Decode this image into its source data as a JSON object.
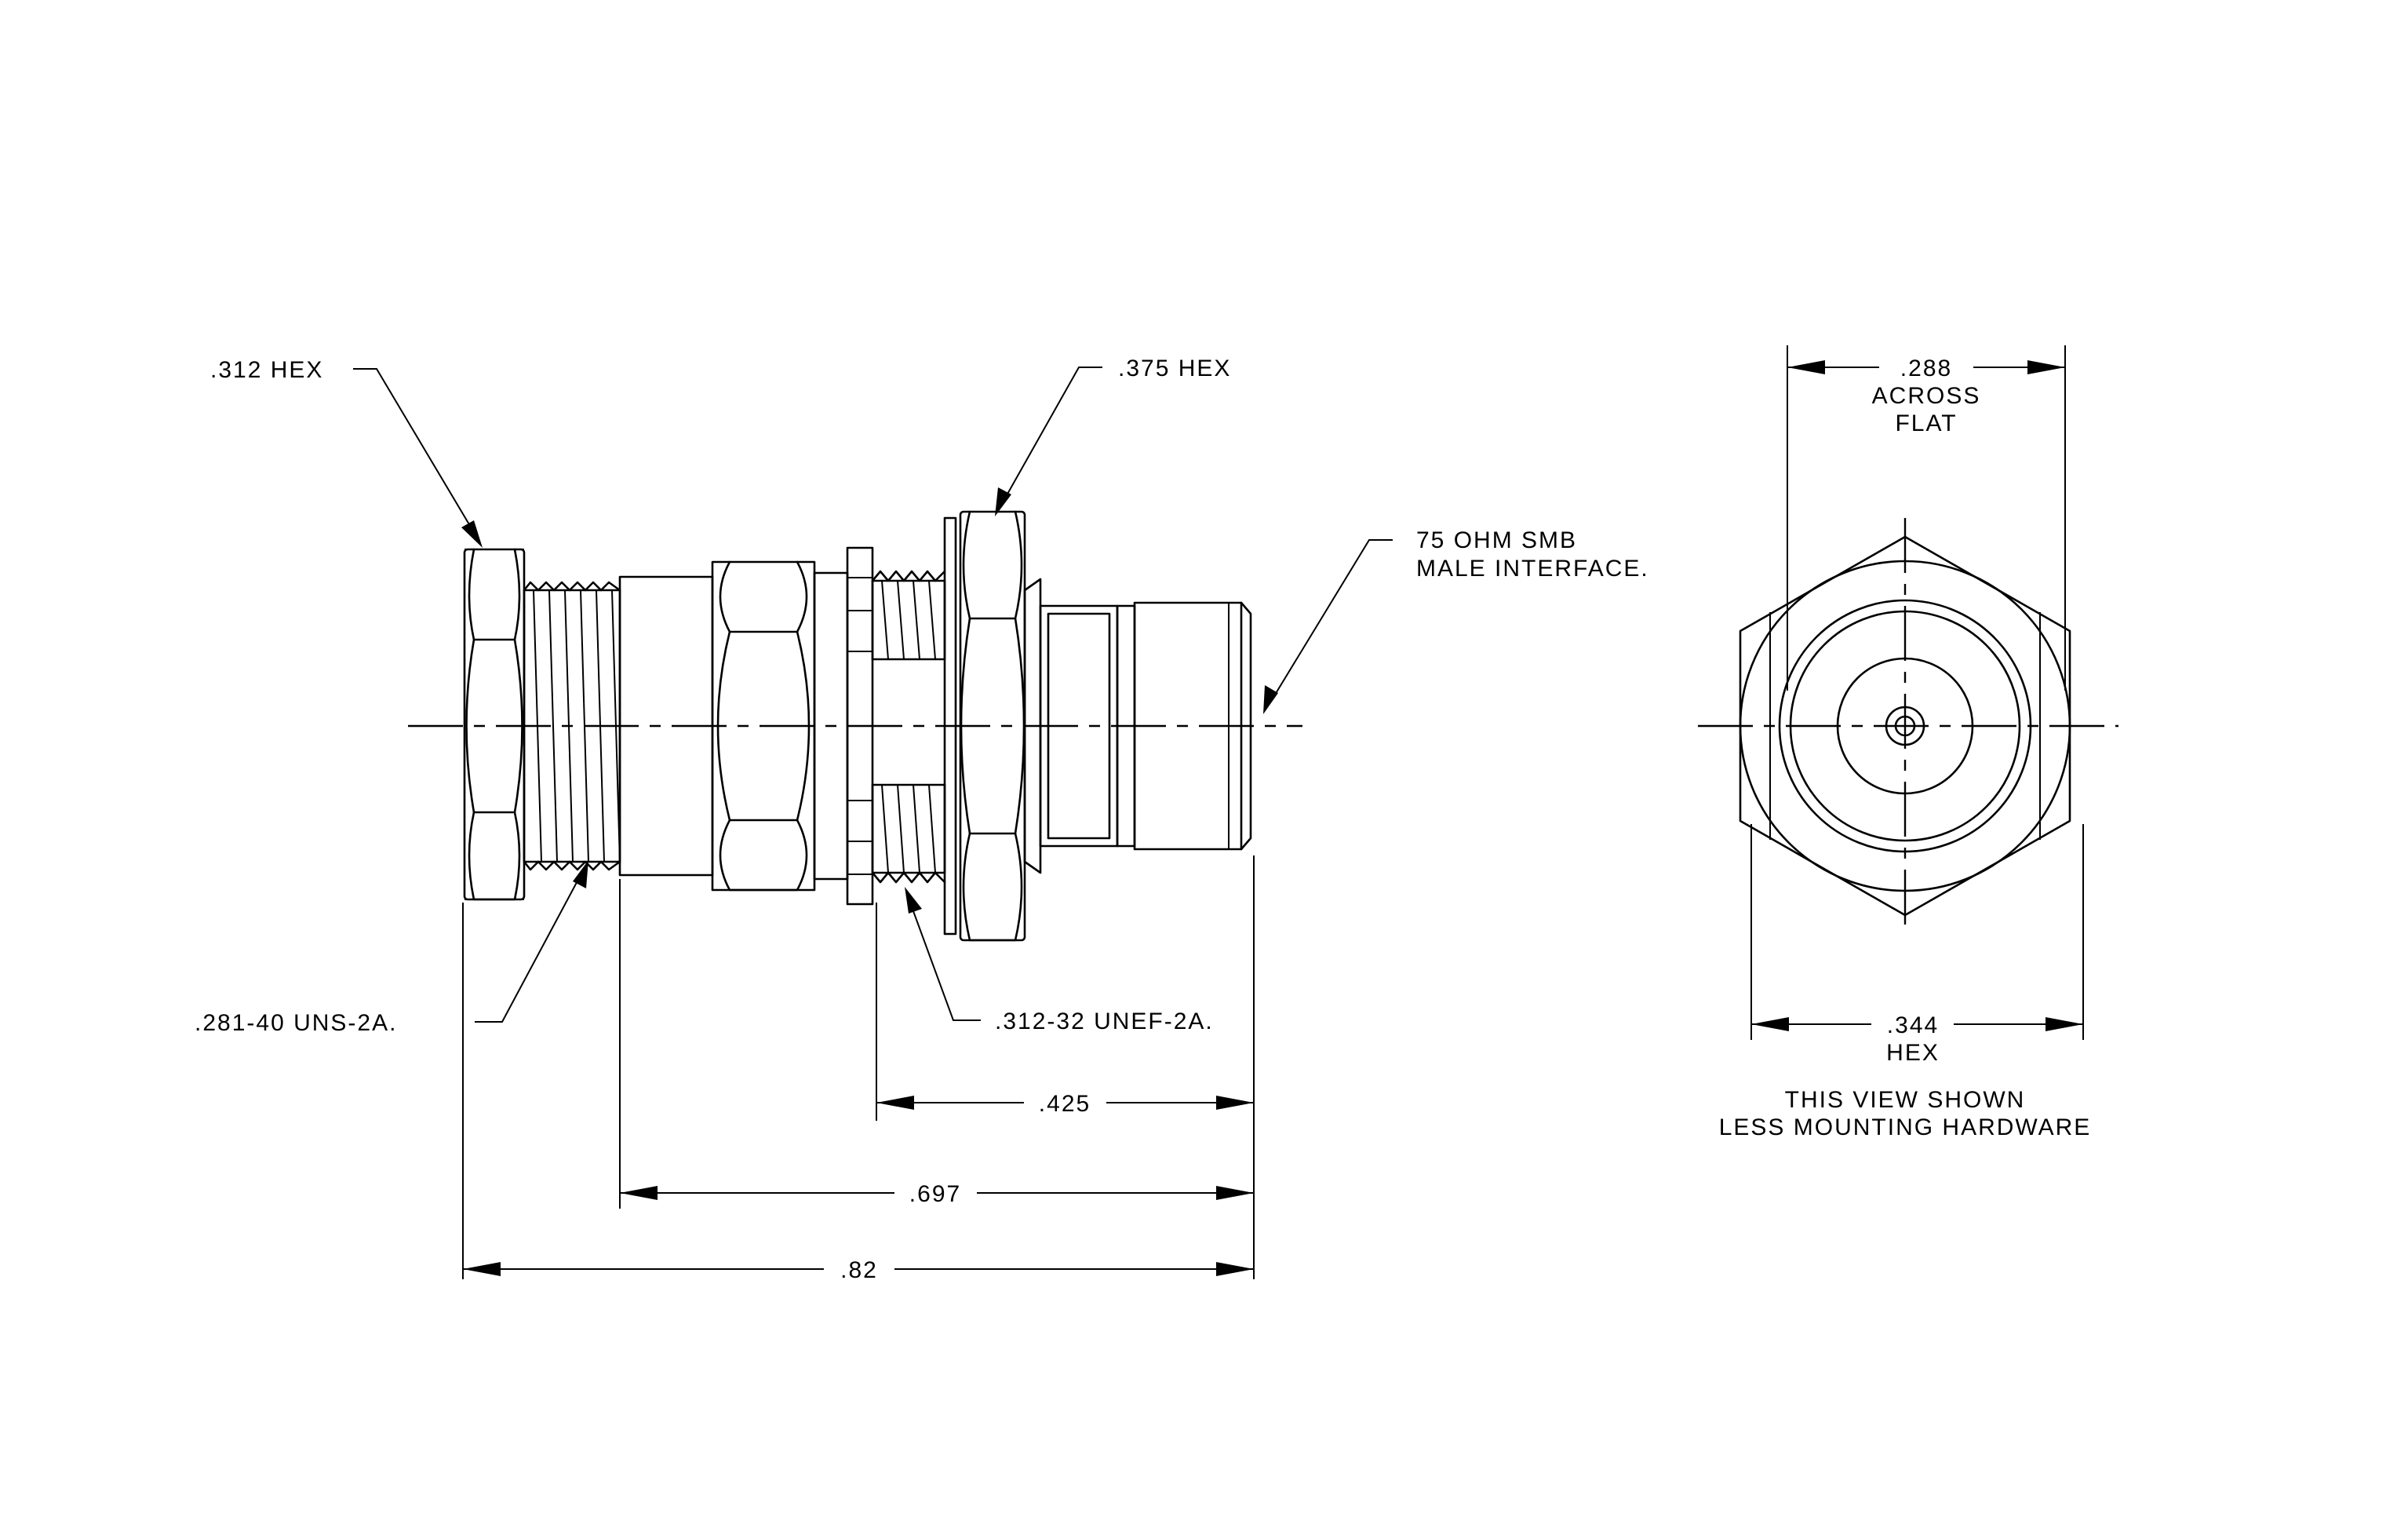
{
  "callouts": {
    "hex_left": ".312 HEX",
    "hex_right": ".375 HEX",
    "interface_line1": "75 OHM SMB",
    "interface_line2": "MALE INTERFACE.",
    "thread_left": ".281-40 UNS-2A.",
    "thread_right": ".312-32 UNEF-2A."
  },
  "dimensions": {
    "d_425": ".425",
    "d_697": ".697",
    "d_82": ".82",
    "across_flat_value": ".288",
    "across_flat_line2": "ACROSS",
    "across_flat_line3": "FLAT",
    "hex_value": ".344",
    "hex_label": "HEX"
  },
  "notes": {
    "view_line1": "THIS VIEW SHOWN",
    "view_line2": "LESS MOUNTING HARDWARE"
  }
}
